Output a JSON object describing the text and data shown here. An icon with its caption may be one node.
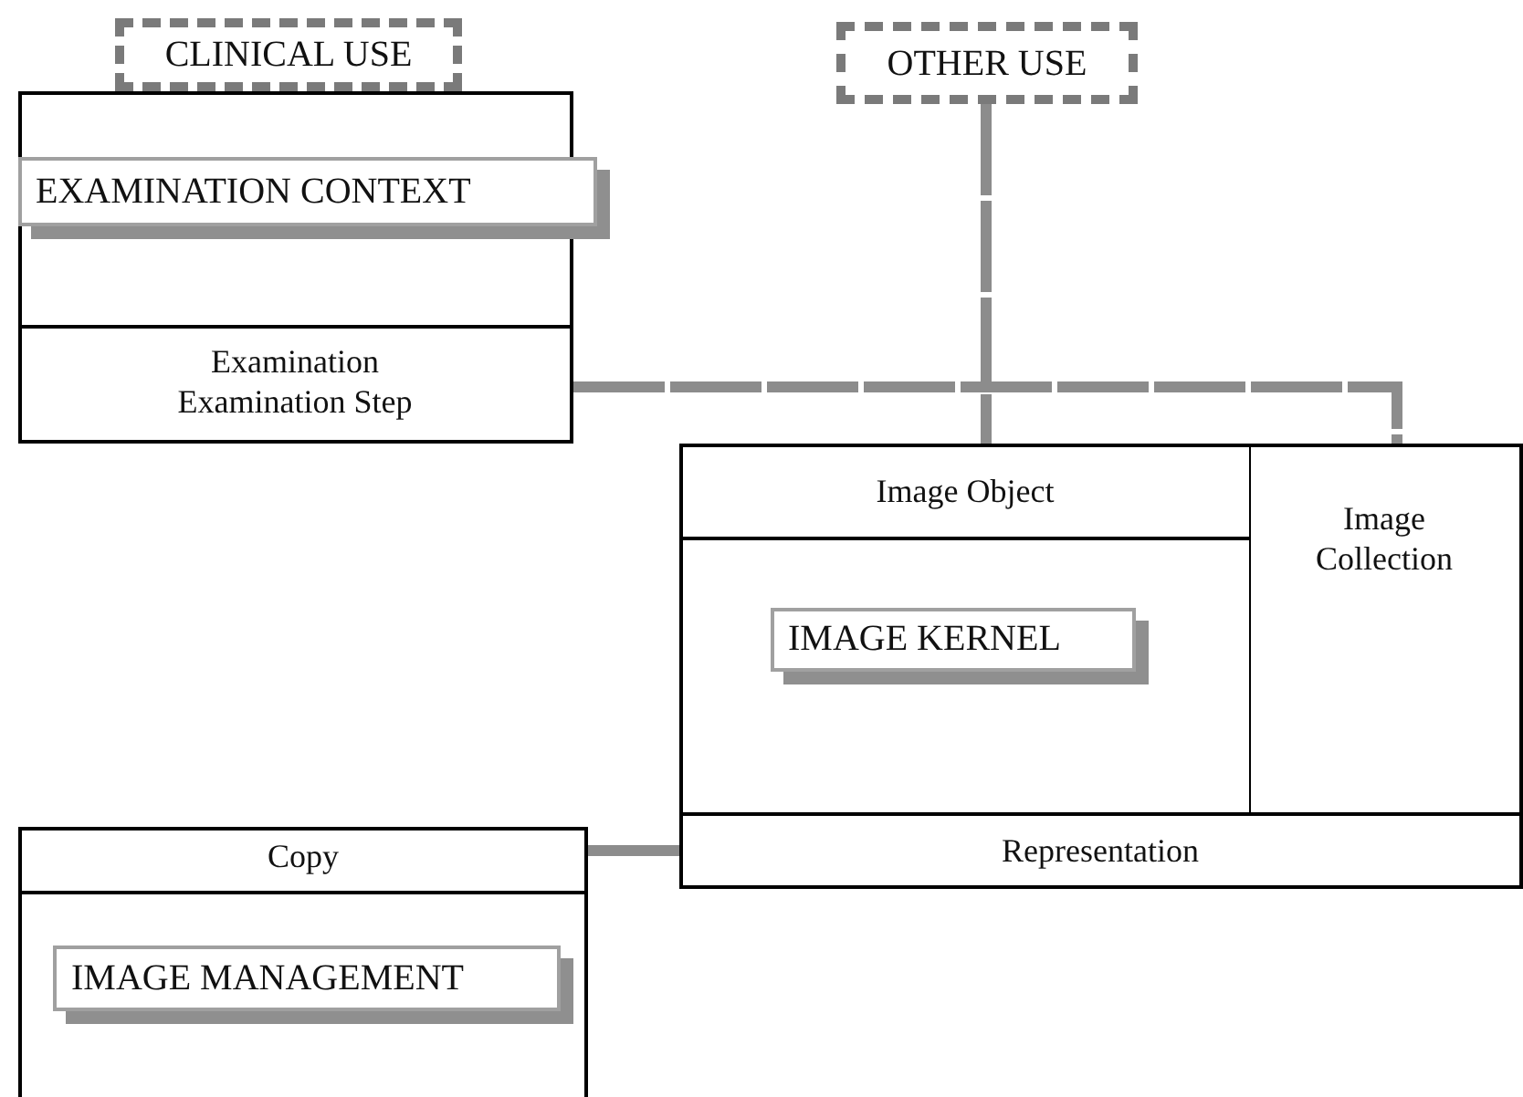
{
  "diagram": {
    "nodes": [
      {
        "text": [
          "CLINICAL USE"
        ]
      },
      {
        "text": [],
        "shape": "box"
      },
      {
        "text": [
          "EXAMINATION CONTEXT"
        ],
        "in": 1
      },
      {
        "text": [
          "Examination",
          "Examination Step"
        ],
        "in": 1
      },
      {
        "text": [
          "OTHER USE"
        ]
      },
      {
        "text": [],
        "shape": "box"
      },
      {
        "text": [
          "Image Object"
        ],
        "in": 5
      },
      {
        "text": [
          "IMAGE KERNEL"
        ],
        "in": 6
      },
      {
        "text": [
          "Image Collection"
        ],
        "in": 5
      },
      {
        "text": [
          "Representation"
        ],
        "in": 5
      },
      {
        "text": [
          "Copy"
        ]
      },
      {
        "text": [
          "IMAGE MANAGEMENT"
        ],
        "in": 10
      }
    ],
    "edges": [
      {
        "from": 4,
        "to": 6,
        "arrow": "none"
      },
      {
        "from": 3,
        "to": 8,
        "arrow": "none"
      },
      {
        "from": 10,
        "to": 9,
        "arrow": "none"
      }
    ]
  }
}
